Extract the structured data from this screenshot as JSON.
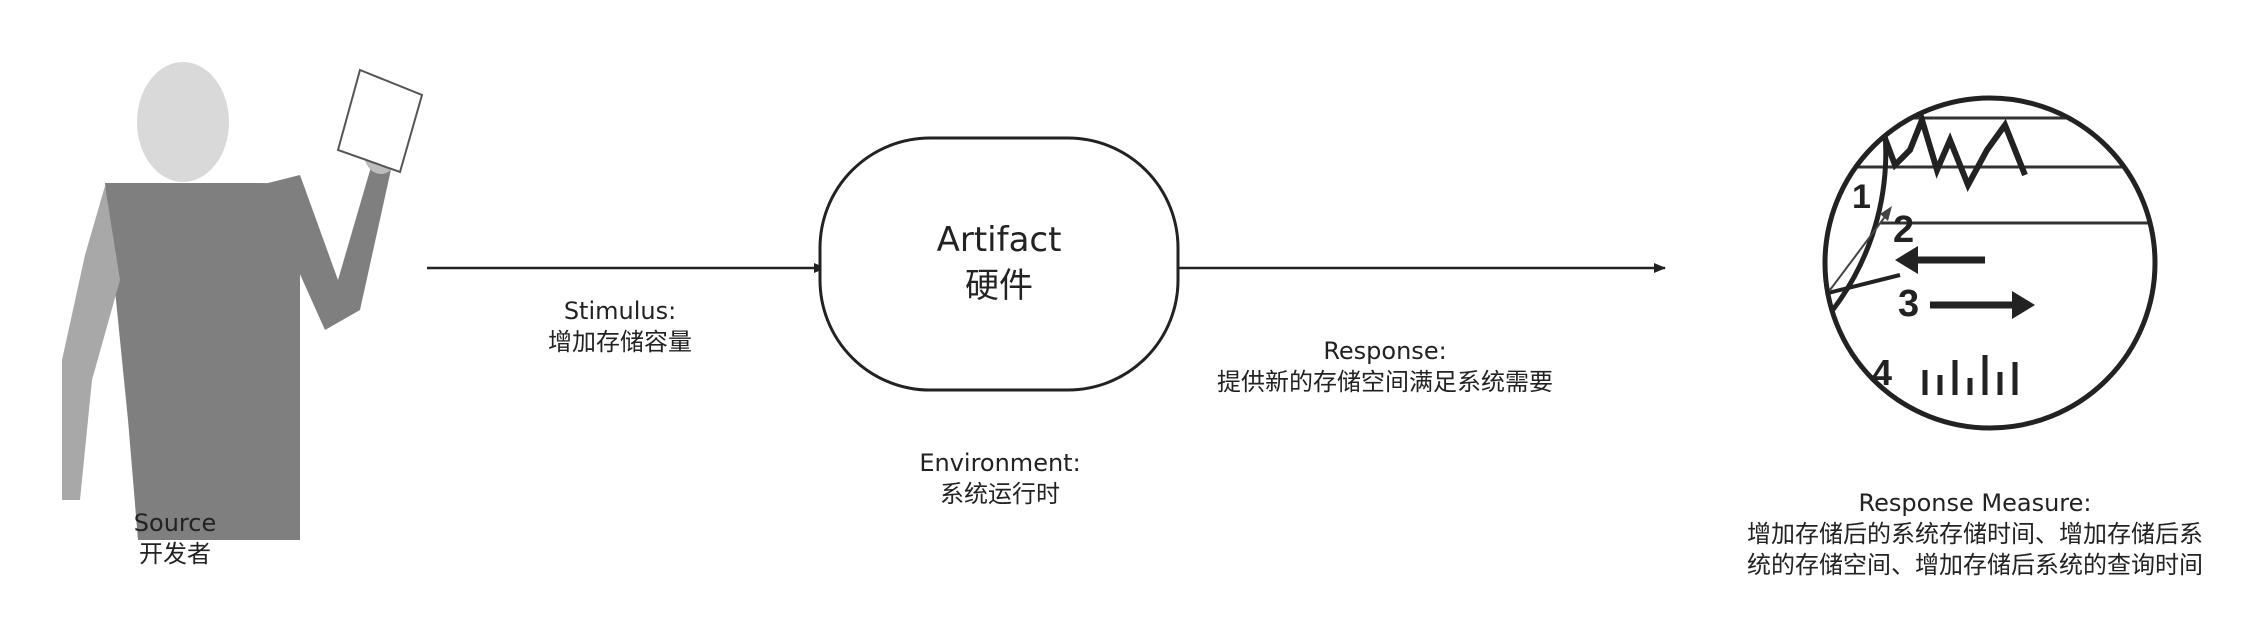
{
  "source": {
    "label": "Source",
    "value": "开发者"
  },
  "stimulus": {
    "label": "Stimulus:",
    "value": "增加存储容量"
  },
  "artifact": {
    "label": "Artifact",
    "value": "硬件"
  },
  "environment": {
    "label": "Environment:",
    "value": "系统运行时"
  },
  "response": {
    "label": "Response:",
    "value": "提供新的存储空间满足系统需要"
  },
  "response_measure": {
    "label": "Response Measure:",
    "lines": [
      "增加存储后的系统存储时间、增加存储后系",
      "统的存储空间、增加存储后系统的查询时间"
    ]
  },
  "measure_icon": {
    "numbers": [
      "1",
      "2",
      "3",
      "4"
    ]
  },
  "colors": {
    "figure": "#7f7f7f",
    "head": "#d9d9d9",
    "line": "#222222"
  }
}
